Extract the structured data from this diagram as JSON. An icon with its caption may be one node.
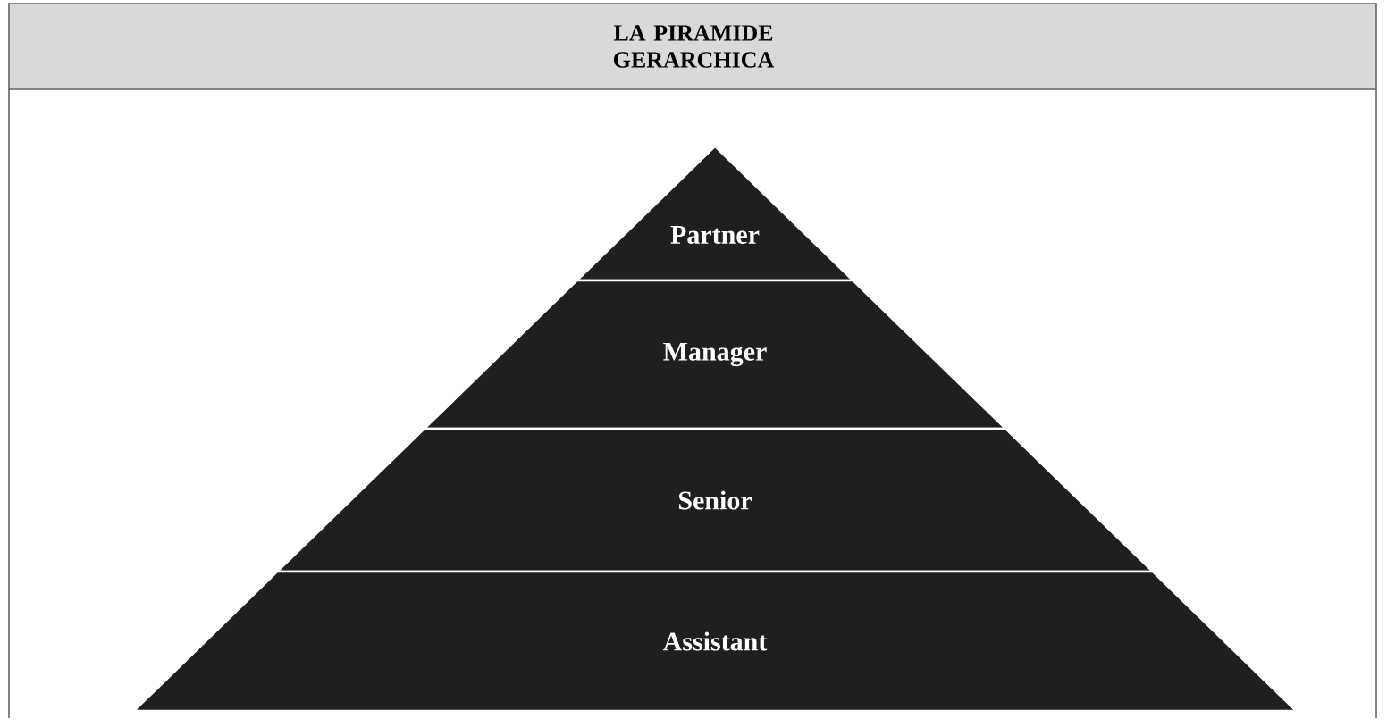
{
  "diagram": {
    "title": "LA PIRAMIDE GERARCHICA",
    "nodes": [
      {
        "text": [
          "Partner"
        ]
      },
      {
        "text": [
          "Manager"
        ]
      },
      {
        "text": [
          "Senior"
        ]
      },
      {
        "text": [
          "Assistant"
        ]
      }
    ]
  }
}
